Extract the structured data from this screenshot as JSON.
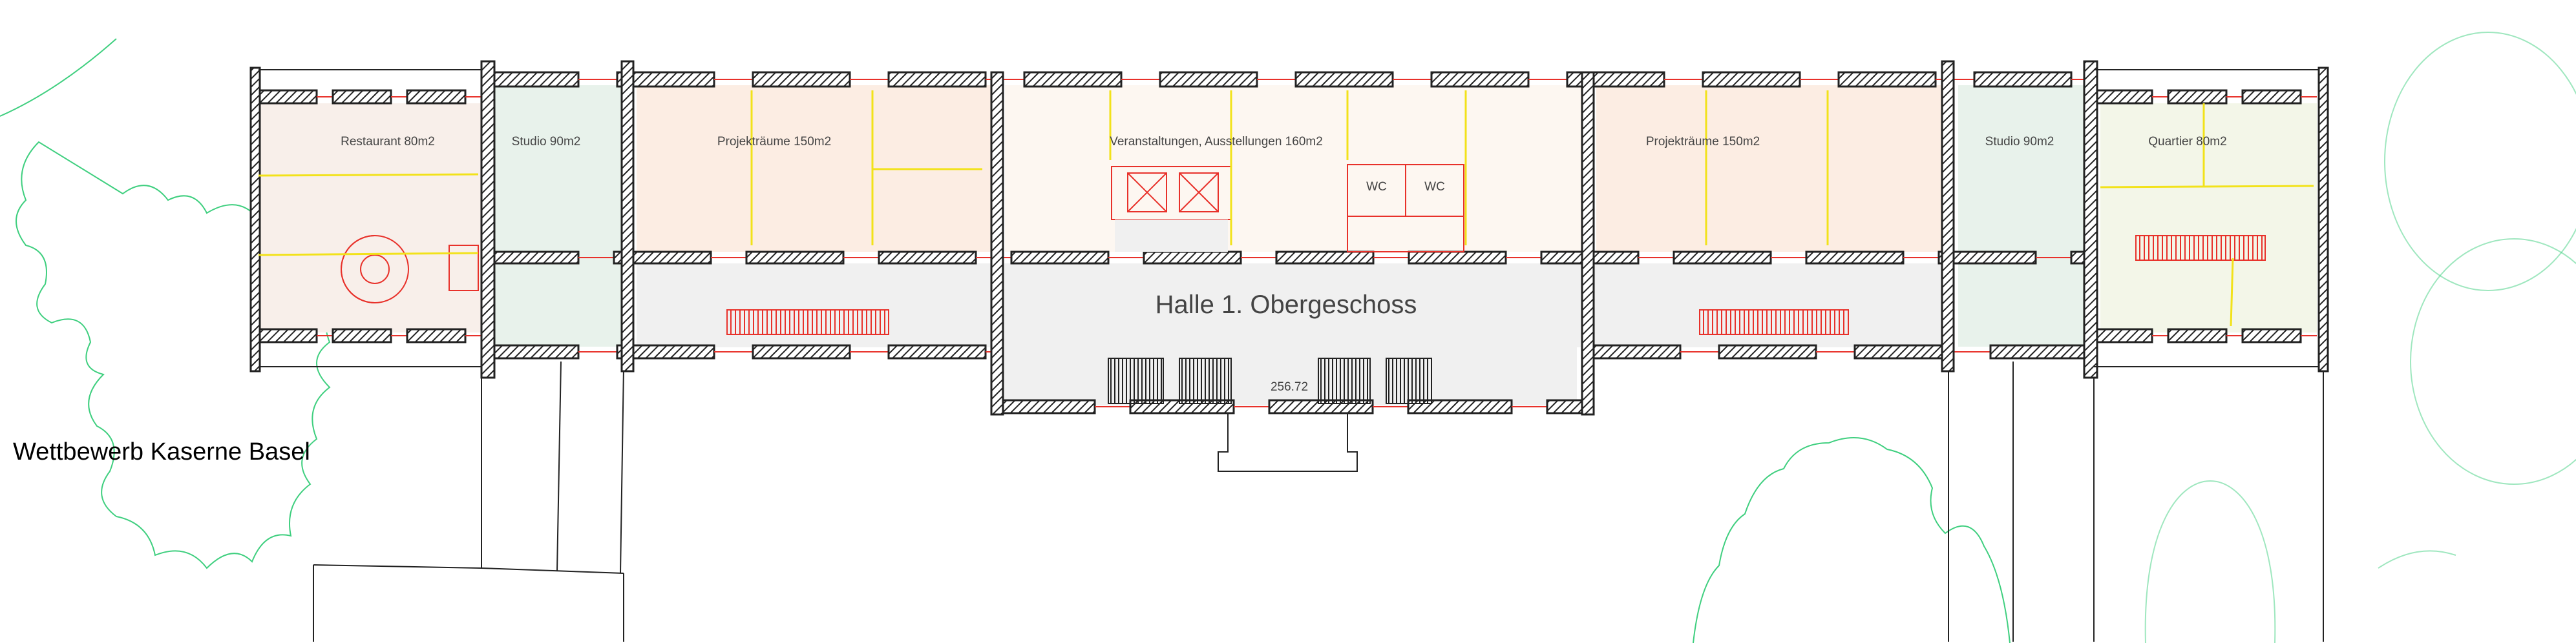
{
  "title": "Wettbewerb Kaserne Basel",
  "floor_label": "Halle 1. Obergeschoss",
  "elevation_mark": "256.72",
  "rooms": [
    {
      "name": "Restaurant 80m2",
      "color": "#f8efea"
    },
    {
      "name": "Studio 90m2",
      "color": "#e8f2eb"
    },
    {
      "name": "Projekträume 150m2",
      "color": "#fcede3"
    },
    {
      "name": "Veranstaltungen, Ausstellungen 160m2",
      "color": "#fdf7f1"
    },
    {
      "name": "Projekträume 150m2",
      "color": "#fcede3"
    },
    {
      "name": "Studio 90m2",
      "color": "#e8f2eb"
    },
    {
      "name": "Quartier 80m2",
      "color": "#f3f6e8"
    }
  ],
  "wc_labels": [
    "WC",
    "WC"
  ],
  "colors": {
    "hall": "#f0f0f0",
    "wall": "#222222",
    "new_elements": "#e8312a",
    "partitions": "#f2e21a",
    "trees": "#3fcf7f"
  }
}
